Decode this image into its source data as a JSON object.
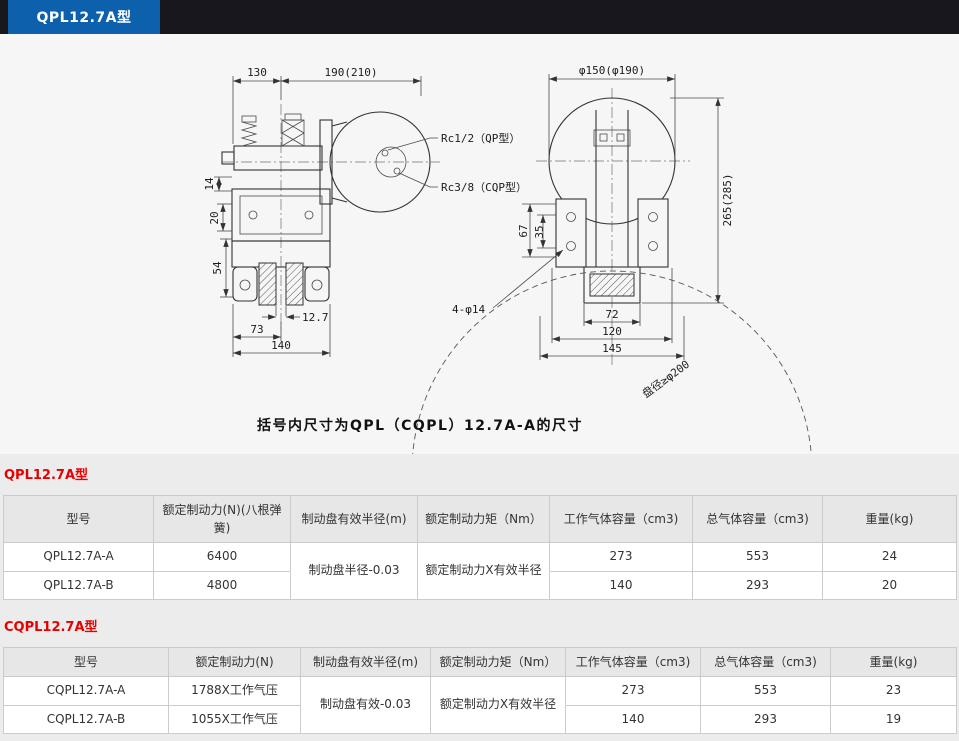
{
  "header": {
    "tab": "QPL12.7A型"
  },
  "drawing": {
    "caption": "括号内尺寸为QPL（CQPL）12.7A-A的尺寸",
    "dims": {
      "d130": "130",
      "d190": "190(210)",
      "rc12": "Rc1/2（QP型）",
      "rc38": "Rc3/8（CQP型）",
      "d14": "14",
      "d20": "20",
      "d54": "54",
      "d127": "12.7",
      "d73": "73",
      "d140": "140",
      "dphi150": "φ150(φ190)",
      "d265": "265(285)",
      "d67": "67",
      "d35": "35",
      "d4phi14": "4-φ14",
      "d72": "72",
      "d120": "120",
      "d145": "145",
      "disc": "盘径≥φ200"
    }
  },
  "section_qpl": {
    "heading": "QPL12.7A型",
    "headers": [
      "型号",
      "额定制动力(N)(八根弹簧)",
      "制动盘有效半径(m)",
      "额定制动力矩（Nm）",
      "工作气体容量（cm3)",
      "总气体容量（cm3)",
      "重量(kg)"
    ],
    "merged": {
      "radius": "制动盘半径-0.03",
      "torque": "额定制动力X有效半径"
    },
    "rows": [
      {
        "model": "QPL12.7A-A",
        "force": "6400",
        "work": "273",
        "total": "553",
        "weight": "24"
      },
      {
        "model": "QPL12.7A-B",
        "force": "4800",
        "work": "140",
        "total": "293",
        "weight": "20"
      }
    ]
  },
  "section_cqpl": {
    "heading": "CQPL12.7A型",
    "headers": [
      "型号",
      "额定制动力(N)",
      "制动盘有效半径(m)",
      "额定制动力矩（Nm）",
      "工作气体容量（cm3)",
      "总气体容量（cm3)",
      "重量(kg)"
    ],
    "merged": {
      "radius": "制动盘有效-0.03",
      "torque": "额定制动力X有效半径"
    },
    "rows": [
      {
        "model": "CQPL12.7A-A",
        "force": "1788X工作气压",
        "work": "273",
        "total": "553",
        "weight": "23"
      },
      {
        "model": "CQPL12.7A-B",
        "force": "1055X工作气压",
        "work": "140",
        "total": "293",
        "weight": "19"
      }
    ]
  }
}
